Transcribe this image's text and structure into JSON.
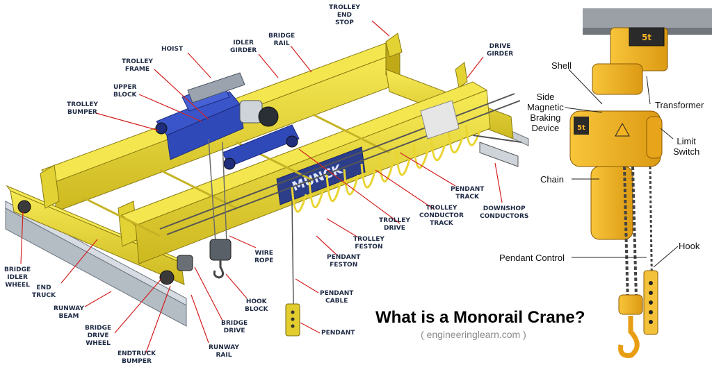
{
  "title": "What is a Monorail Crane?",
  "subtitle": "( engineeringlearn.com )",
  "brand_on_girder": "MUNCK",
  "hoist_plate": "5t",
  "colors": {
    "crane_yellow": "#ecdc3a",
    "trolley_blue": "#2f49b8",
    "label_text": "#1e2a44",
    "leader_red": "#d42020",
    "hoist_orange": "#f4b323"
  },
  "left_labels": {
    "trolley_end_stop": [
      "TROLLEY",
      "END",
      "STOP"
    ],
    "hoist": [
      "HOIST"
    ],
    "idler_girder": [
      "IDLER",
      "GIRDER"
    ],
    "bridge_rail": [
      "BRIDGE",
      "RAIL"
    ],
    "drive_girder": [
      "DRIVE",
      "GIRDER"
    ],
    "trolley_frame": [
      "TROLLEY",
      "FRAME"
    ],
    "upper_block": [
      "UPPER",
      "BLOCK"
    ],
    "trolley_bumper": [
      "TROLLEY",
      "BUMPER"
    ],
    "pendant_track": [
      "PENDANT",
      "TRACK"
    ],
    "downshop_conductors": [
      "DOWNSHOP",
      "CONDUCTORS"
    ],
    "trolley_conductor_track": [
      "TROLLEY",
      "CONDUCTOR",
      "TRACK"
    ],
    "trolley_drive": [
      "TROLLEY",
      "DRIVE"
    ],
    "trolley_feston": [
      "TROLLEY",
      "FESTON"
    ],
    "pendant_feston": [
      "PENDANT",
      "FESTON"
    ],
    "wire_rope": [
      "WIRE",
      "ROPE"
    ],
    "bridge_idler_wheel": [
      "BRIDGE",
      "IDLER",
      "WHEEL"
    ],
    "end_truck": [
      "END",
      "TRUCK"
    ],
    "runway_beam": [
      "RUNWAY",
      "BEAM"
    ],
    "bridge_drive_wheel": [
      "BRIDGE",
      "DRIVE",
      "WHEEL"
    ],
    "endtruck_bumper": [
      "ENDTRUCK",
      "BUMPER"
    ],
    "runway_rail": [
      "RUNWAY",
      "RAIL"
    ],
    "bridge_drive": [
      "BRIDGE",
      "DRIVE"
    ],
    "hook_block": [
      "HOOK",
      "BLOCK"
    ],
    "pendant_cable": [
      "PENDANT",
      "CABLE"
    ],
    "pendant": [
      "PENDANT"
    ]
  },
  "right_labels": {
    "shell": [
      "Shell"
    ],
    "side_magnetic_braking_device": [
      "Side",
      "Magnetic",
      "Braking",
      "Device"
    ],
    "transformer": [
      "Transformer"
    ],
    "limit_switch": [
      "Limit",
      "Switch"
    ],
    "chain": [
      "Chain"
    ],
    "hook": [
      "Hook"
    ],
    "pendant_control": [
      "Pendant Control"
    ]
  }
}
